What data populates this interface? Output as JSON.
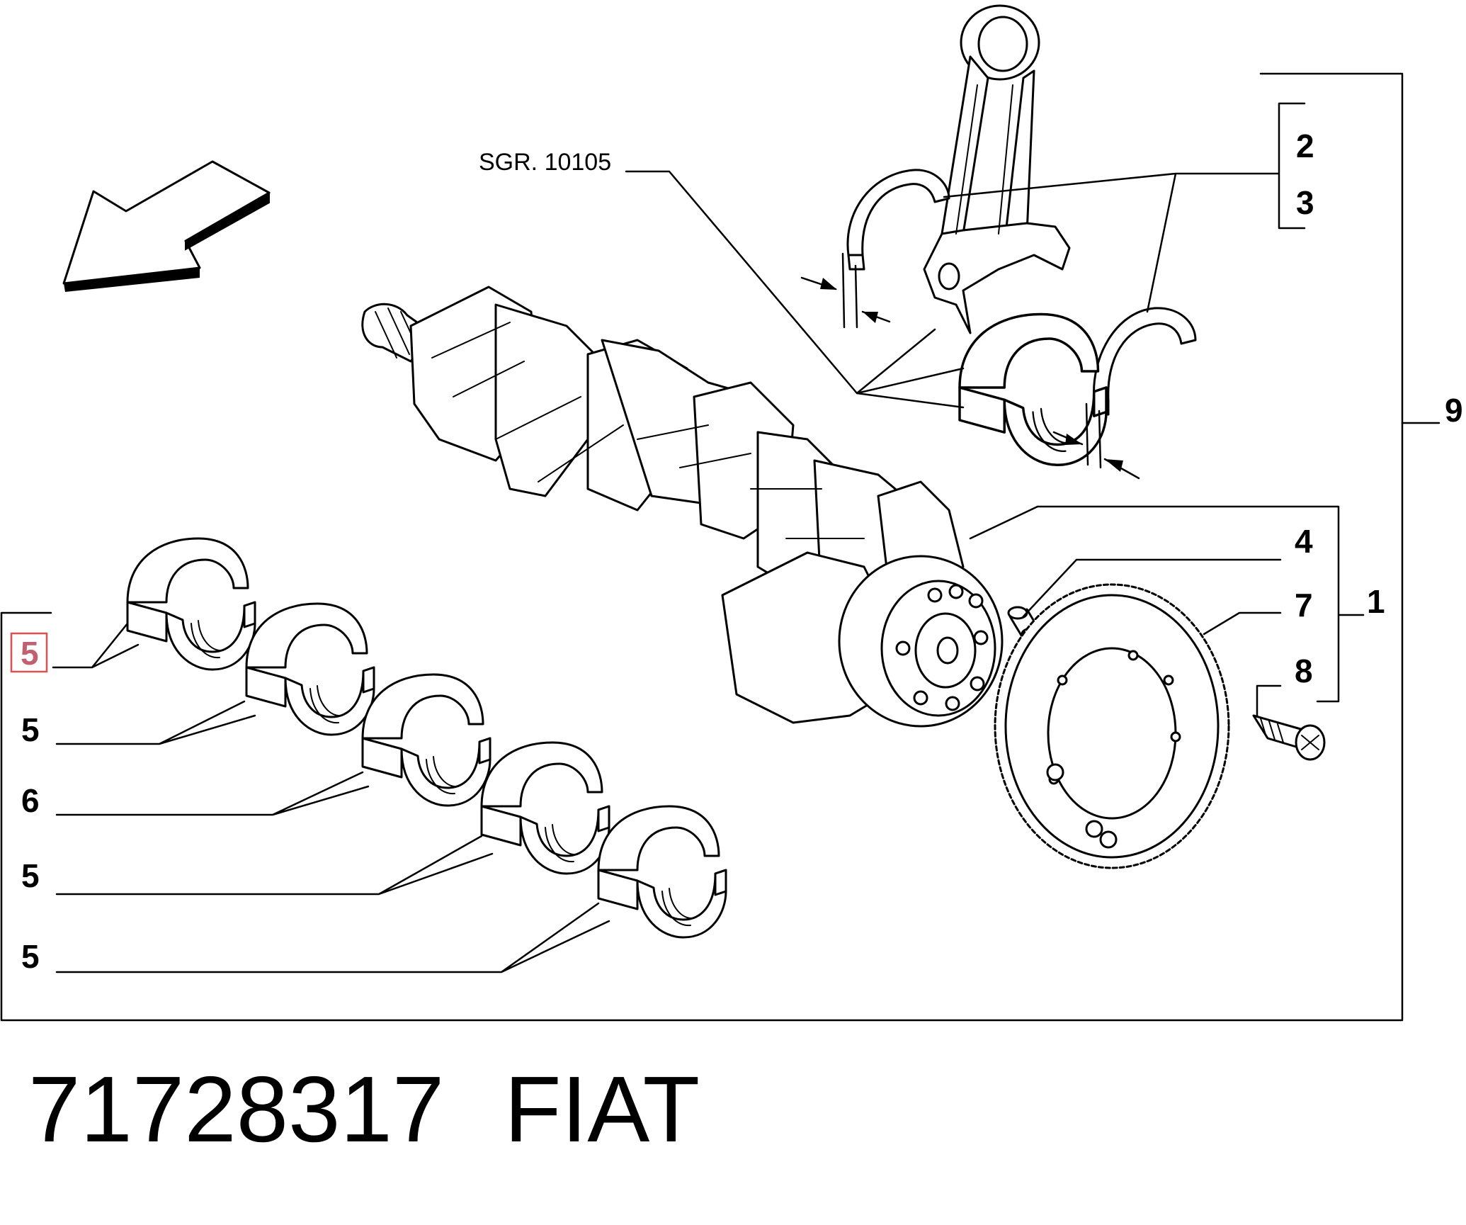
{
  "diagram": {
    "reference": "SGR. 10105",
    "callouts": {
      "c1": "1",
      "c2": "2",
      "c3": "3",
      "c4": "4",
      "c5a": "5",
      "c5b": "5",
      "c5c": "5",
      "c5d": "5",
      "c6": "6",
      "c7": "7",
      "c8": "8",
      "c9": "9"
    },
    "highlight_color": "#e05050"
  },
  "footer": {
    "part_number": "71728317",
    "brand": "FIAT"
  }
}
